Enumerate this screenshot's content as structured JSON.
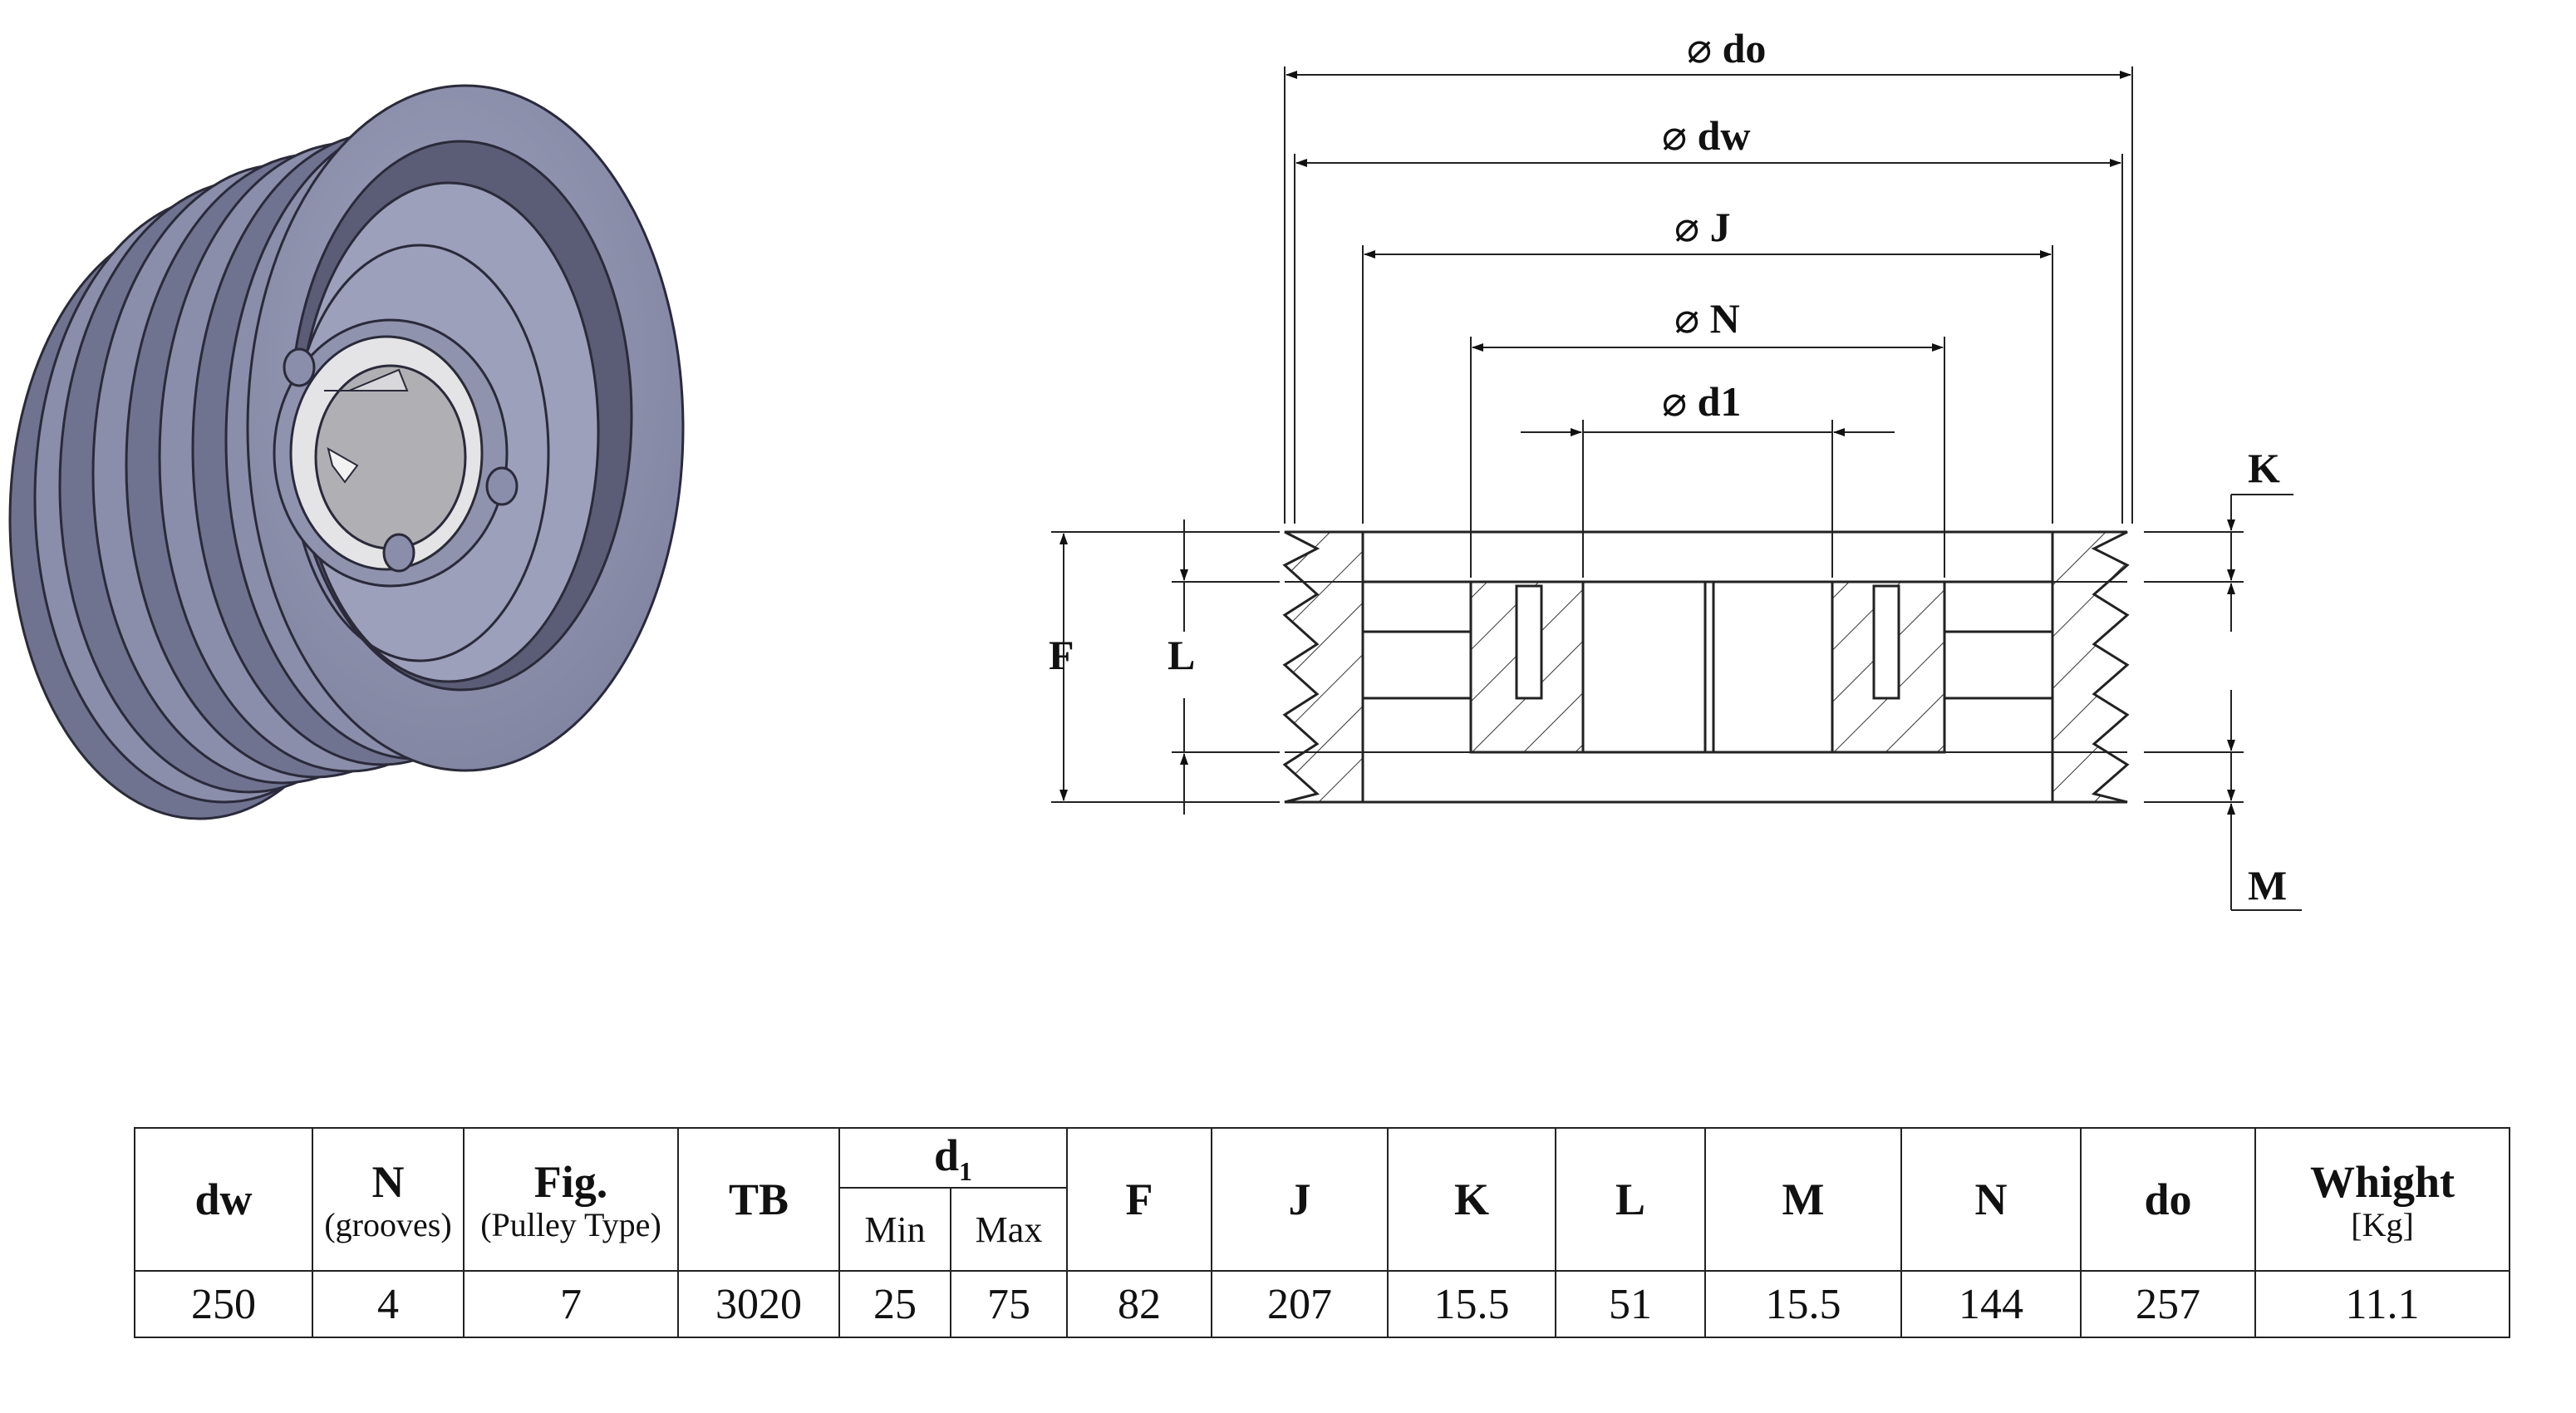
{
  "drawing": {
    "labels": {
      "do": "do",
      "dw": "dw",
      "J": "J",
      "N": "N",
      "d1": "d1",
      "K": "K",
      "F": "F",
      "L": "L",
      "M": "M"
    },
    "diameter_symbol": "⌀"
  },
  "table": {
    "headers": {
      "dw": "dw",
      "N": "N",
      "N_sub": "(grooves)",
      "Fig": "Fig.",
      "Fig_sub": "(Pulley Type)",
      "TB": "TB",
      "d1": "d",
      "d1_sub": "1",
      "d1_min": "Min",
      "d1_max": "Max",
      "F": "F",
      "J": "J",
      "K": "K",
      "L": "L",
      "M": "M",
      "Nn": "N",
      "do": "do",
      "weight": "Whight",
      "weight_sub": "[Kg]"
    },
    "row": {
      "dw": "250",
      "N": "4",
      "Fig": "7",
      "TB": "3020",
      "min": "25",
      "max": "75",
      "F": "82",
      "J": "207",
      "K": "15.5",
      "L": "51",
      "M": "15.5",
      "Nn": "144",
      "do": "257",
      "weight": "11.1"
    }
  }
}
